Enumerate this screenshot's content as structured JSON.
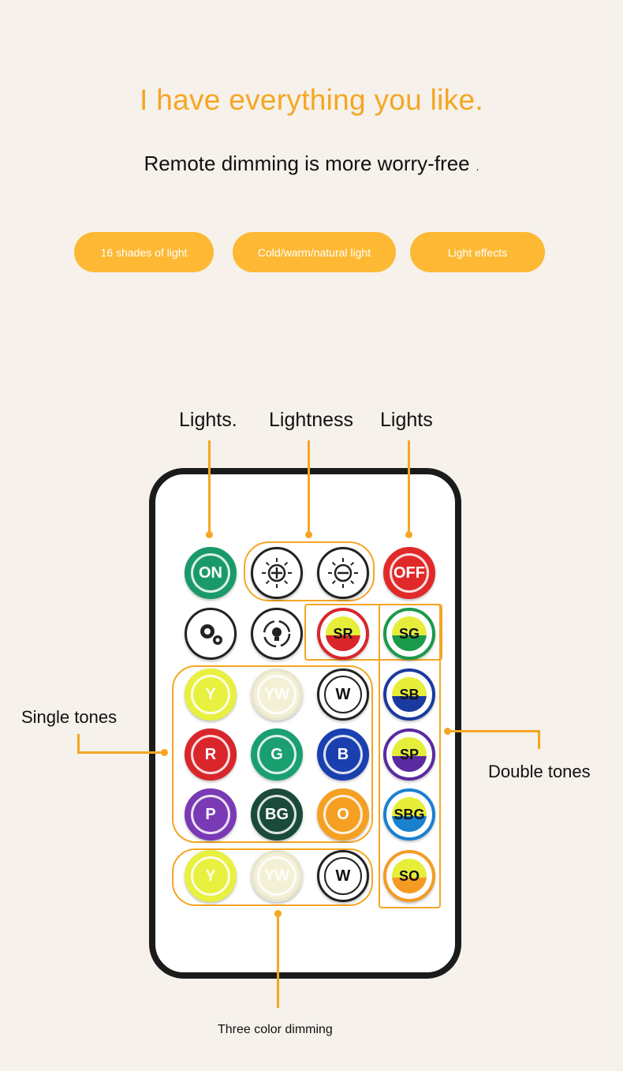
{
  "header": {
    "headline": "I have everything you like.",
    "subtitle": "Remote dimming is more worry-free",
    "subtitle_mark": "."
  },
  "features": [
    {
      "label": "16 shades of light"
    },
    {
      "label": "Cold/warm/natural light"
    },
    {
      "label": "Light effects"
    }
  ],
  "callouts": {
    "on": "Lights.",
    "brightness": "Lightness",
    "off": "Lights",
    "single": "Single tones",
    "double": "Double tones",
    "three": "Three color dimming"
  },
  "remote": {
    "rows": [
      [
        {
          "id": "on",
          "label": "ON",
          "color": "#1a9a6a"
        },
        {
          "id": "bright-up",
          "label": "",
          "color": "#222"
        },
        {
          "id": "bright-down",
          "label": "",
          "color": "#222"
        },
        {
          "id": "off",
          "label": "OFF",
          "color": "#e02a2a"
        }
      ],
      [
        {
          "id": "settings",
          "label": "",
          "color": "#222"
        },
        {
          "id": "mode",
          "label": "",
          "color": "#222"
        },
        {
          "id": "sr",
          "label": "SR",
          "color": "#d9262b"
        },
        {
          "id": "sg",
          "label": "SG",
          "color": "#1a9a4a"
        }
      ],
      [
        {
          "id": "y",
          "label": "Y",
          "color": "#e8f040"
        },
        {
          "id": "yw",
          "label": "YW",
          "color": "#f3f0d6"
        },
        {
          "id": "w",
          "label": "W",
          "color": "#222"
        },
        {
          "id": "sb",
          "label": "SB",
          "color": "#1a3aa0"
        }
      ],
      [
        {
          "id": "r",
          "label": "R",
          "color": "#d9262b"
        },
        {
          "id": "g",
          "label": "G",
          "color": "#1aa070"
        },
        {
          "id": "b",
          "label": "B",
          "color": "#1a40b0"
        },
        {
          "id": "sp",
          "label": "SP",
          "color": "#5a2aa0"
        }
      ],
      [
        {
          "id": "p",
          "label": "P",
          "color": "#7a3ab5"
        },
        {
          "id": "bg",
          "label": "BG",
          "color": "#1a4a3a"
        },
        {
          "id": "o",
          "label": "O",
          "color": "#f5a023"
        },
        {
          "id": "sbg",
          "label": "SBG",
          "color": "#1a80d0"
        }
      ],
      [
        {
          "id": "y2",
          "label": "Y",
          "color": "#e8f040"
        },
        {
          "id": "yw2",
          "label": "YW",
          "color": "#f3f0d6"
        },
        {
          "id": "w2",
          "label": "W",
          "color": "#222"
        },
        {
          "id": "so",
          "label": "SO",
          "color": "#f59a23"
        }
      ]
    ]
  },
  "colors": {
    "accent": "#f5a623",
    "pill": "#fdb934",
    "background": "#f6f1ea"
  }
}
